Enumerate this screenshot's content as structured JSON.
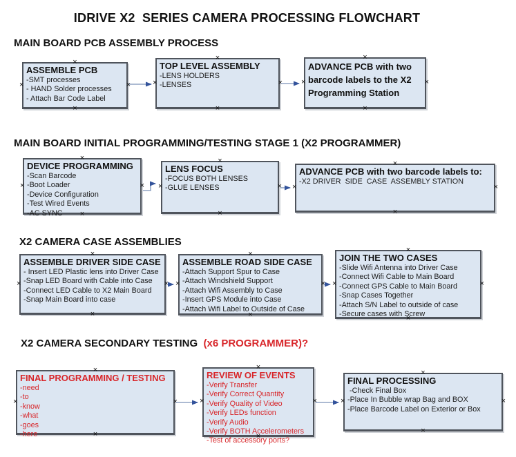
{
  "title": "IDRIVE X2  SERIES CAMERA PROCESSING FLOWCHART",
  "colors": {
    "red": "#d8262a",
    "box_fill": "#dce6f2",
    "box_border": "#4f545c",
    "arrow_line": "#90a4c4",
    "arrow_head": "#33539b"
  },
  "icons": {
    "connection_anchor": "×"
  },
  "sections": [
    {
      "heading": "MAIN BOARD PCB ASSEMBLY PROCESS",
      "heading_red": "",
      "boxes": [
        {
          "title": "ASSEMBLE PCB",
          "lines": [
            "-SMT processes",
            "- HAND Solder processes",
            "- Attach Bar Code Label"
          ]
        },
        {
          "title": "TOP LEVEL ASSEMBLY",
          "lines": [
            "-LENS HOLDERS",
            "-LENSES"
          ]
        },
        {
          "title": "ADVANCE PCB with two barcode labels to the X2 Programming Station",
          "lines": []
        }
      ]
    },
    {
      "heading": "MAIN BOARD INITIAL PROGRAMMING/TESTING STAGE 1 (X2 PROGRAMMER)",
      "heading_red": "",
      "boxes": [
        {
          "title": "DEVICE PROGRAMMING",
          "lines": [
            "-Scan Barcode",
            "-Boot Loader",
            "-Device Configuration",
            "-Test Wired Events",
            "-AC SYNC"
          ]
        },
        {
          "title": "LENS FOCUS",
          "lines": [
            "-FOCUS BOTH LENSES",
            "-GLUE LENSES"
          ]
        },
        {
          "title": "ADVANCE PCB with two barcode labels to:",
          "lines": [
            "-X2 DRIVER  SIDE  CASE  ASSEMBLY STATION"
          ]
        }
      ]
    },
    {
      "heading": "X2 CAMERA CASE ASSEMBLIES",
      "heading_red": "",
      "boxes": [
        {
          "title": "ASSEMBLE DRIVER SIDE CASE",
          "lines": [
            "- Insert LED Plastic lens into Driver Case",
            "-Snap LED Board with Cable into Case",
            "-Connect LED Cable to X2 Main Board",
            "-Snap Main Board into case"
          ]
        },
        {
          "title": "ASSEMBLE ROAD SIDE CASE",
          "lines": [
            "-Attach Support Spur to Case",
            "-Attach Windshield Support",
            "-Attach Wifi Assembly to Case",
            "-Insert GPS Module into Case",
            "-Attach Wifi Label to Outside of Case"
          ]
        },
        {
          "title": "JOIN THE TWO CASES",
          "lines": [
            "-Slide Wifi Antenna into Driver Case",
            "-Connect Wifi Cable to Main Board",
            "-Connect GPS Cable to Main Board",
            "-Snap Cases Together",
            "-Attach S/N Label to outside of case",
            "-Secure cases with Screw"
          ]
        }
      ]
    },
    {
      "heading": "X2 CAMERA SECONDARY TESTING ",
      "heading_red": " (x6 PROGRAMMER)?",
      "boxes": [
        {
          "title": "FINAL PROGRAMMING / TESTING",
          "lines": [
            "-need",
            "-to",
            "-know",
            "-what",
            "-goes",
            "-here"
          ]
        },
        {
          "title": "REVIEW OF EVENTS",
          "lines": [
            "-Verify Transfer",
            "-Verify Correct Quantity",
            "-Verify Quality of Video",
            "-Verify LEDs function",
            "-Verify Audio",
            "-Verify BOTH Accelerometers",
            "-Test of accessory ports?"
          ]
        },
        {
          "title": "FINAL PROCESSING",
          "lines": [
            " -Check Final Box",
            "-Place In Bubble wrap Bag and BOX",
            "-Place Barcode Label on Exterior or Box"
          ]
        }
      ]
    }
  ]
}
